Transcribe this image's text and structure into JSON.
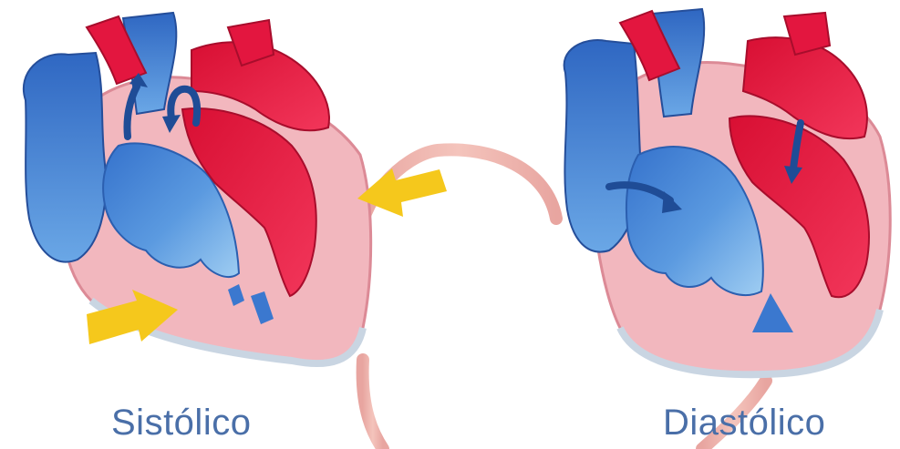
{
  "captions": {
    "left": "Sistólico",
    "right": "Diastólico"
  },
  "panels": [
    {
      "id": "systole",
      "caption_key": "left"
    },
    {
      "id": "diastole",
      "caption_key": "right"
    }
  ],
  "colors": {
    "venous_blue": "#3f7fd4",
    "venous_blue_light": "#8fc0ee",
    "arterial_red": "#e3163f",
    "myocardium_pink": "#f2b7be",
    "myocardium_edge": "#dc8a96",
    "pericardium_line": "#e39a9a",
    "pressure_arrow": "#f5c81c",
    "flow_arrow": "#1f4c96",
    "caption_text": "#4a6fa8"
  },
  "icons": [
    "flow-arrow-icon",
    "pressure-arrow-icon"
  ]
}
